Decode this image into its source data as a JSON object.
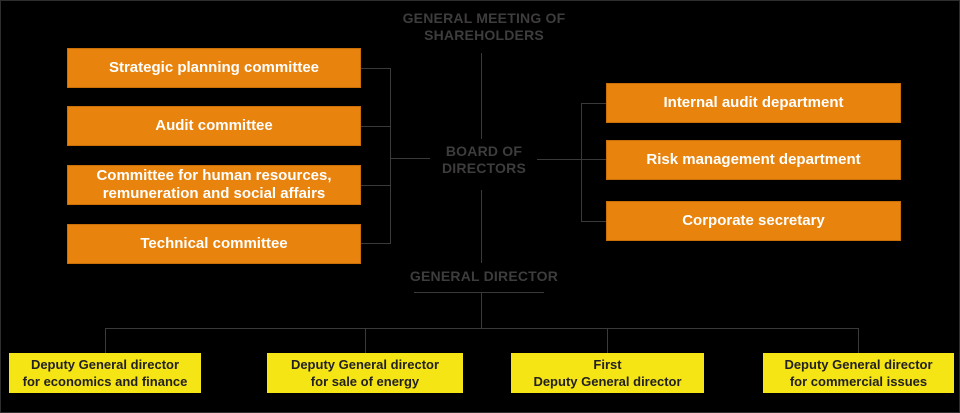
{
  "headings": {
    "general_meeting": "GENERAL MEETING OF\nSHAREHOLDERS",
    "board_of_directors": "BOARD OF\nDIRECTORS",
    "general_director": "GENERAL DIRECTOR"
  },
  "committees": [
    {
      "label": "Strategic planning committee"
    },
    {
      "label": "Audit committee"
    },
    {
      "label": "Committee for human resources,\nremuneration and social affairs"
    },
    {
      "label": "Technical committee"
    }
  ],
  "departments": [
    {
      "label": "Internal audit department"
    },
    {
      "label": "Risk management department"
    },
    {
      "label": "Corporate secretary"
    }
  ],
  "deputies": [
    {
      "label": "Deputy General director\nfor economics and finance"
    },
    {
      "label": "Deputy General director\nfor sale of energy"
    },
    {
      "label": "First\nDeputy General director"
    },
    {
      "label": "Deputy General director\nfor commercial issues"
    }
  ],
  "colors": {
    "background": "#000000",
    "committee_box": "#e8830d",
    "deputy_box": "#f5e515",
    "heading_text": "#3e3c3d",
    "connector_line": "#3a3a3a",
    "committee_box_text": "#ffffff",
    "deputy_box_text": "#232122"
  }
}
